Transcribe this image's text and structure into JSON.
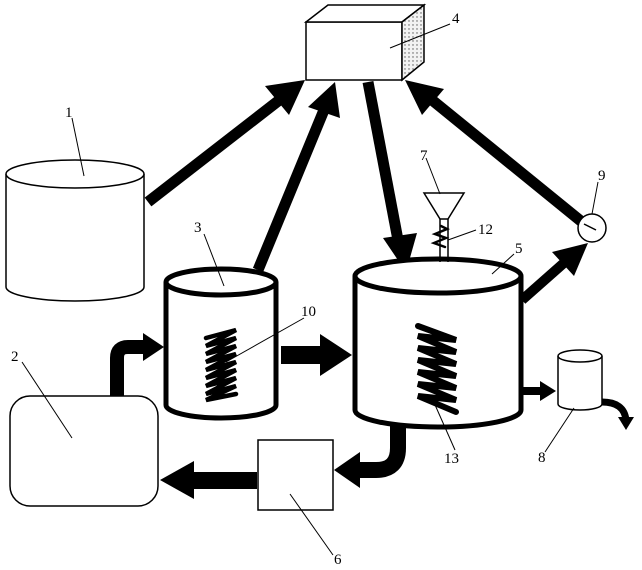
{
  "labels": {
    "l1": "1",
    "l2": "2",
    "l3": "3",
    "l4": "4",
    "l5": "5",
    "l6": "6",
    "l7": "7",
    "l8": "8",
    "l9": "9",
    "l10": "10",
    "l12": "12",
    "l13": "13"
  },
  "colors": {
    "stroke": "#000000",
    "fill": "#ffffff",
    "shade": "#e6e6e6"
  }
}
